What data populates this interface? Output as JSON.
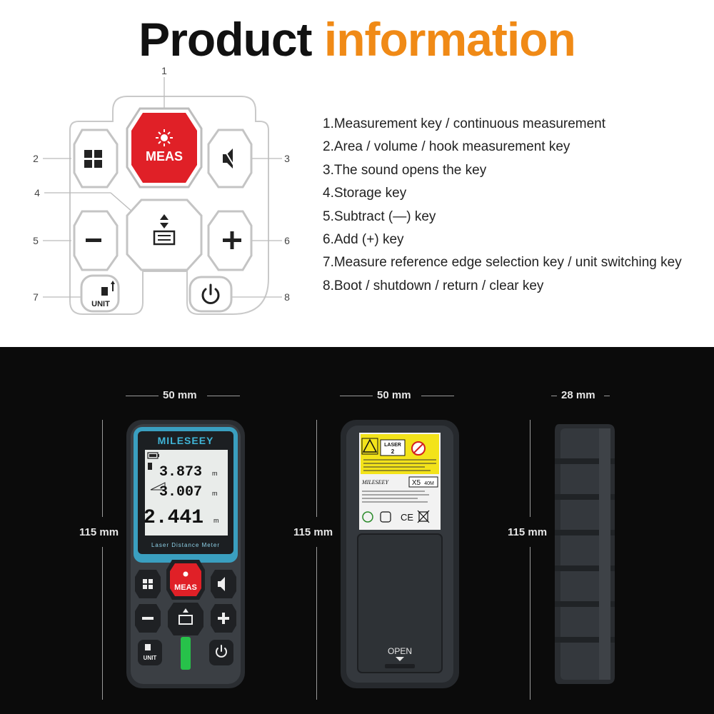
{
  "title": {
    "word1": "Product",
    "word2": "information"
  },
  "keypad": {
    "callouts": [
      "1",
      "2",
      "3",
      "4",
      "5",
      "6",
      "7",
      "8"
    ],
    "meas_label": "MEAS",
    "unit_label": "UNIT"
  },
  "features": [
    "1.Measurement key / continuous measurement",
    "2.Area / volume / hook measurement key",
    "3.The sound opens the key",
    "4.Storage key",
    "5.Subtract (—) key",
    "6.Add (+) key",
    "7.Measure reference edge selection key / unit switching key",
    "8.Boot / shutdown / return / clear key"
  ],
  "device": {
    "brand": "MILESEEY",
    "reading1": "3.873",
    "reading2": "3.007",
    "reading3": "2.441",
    "unit": "m",
    "subtitle": "Laser Distance Meter",
    "meas_label": "MEAS",
    "unit_label": "UNIT",
    "back_brand": "MILESEEY",
    "model": "X5",
    "range": "40M",
    "laser_label": "LASER",
    "laser_class": "2",
    "open_label": "OPEN"
  },
  "dimensions": {
    "front_width": "50 mm",
    "back_width": "50 mm",
    "side_width": "28 mm",
    "front_height": "115 mm",
    "back_height": "115 mm",
    "side_height": "115 mm"
  },
  "colors": {
    "accent_orange": "#f08a16",
    "meas_red": "#e02027",
    "screen_blue": "#3a9fc0",
    "power_green": "#27c24a"
  },
  "icons": [
    "laser-icon",
    "grid-icon",
    "speaker-icon",
    "storage-icon",
    "minus-icon",
    "plus-icon",
    "reference-unit-icon",
    "power-icon"
  ]
}
